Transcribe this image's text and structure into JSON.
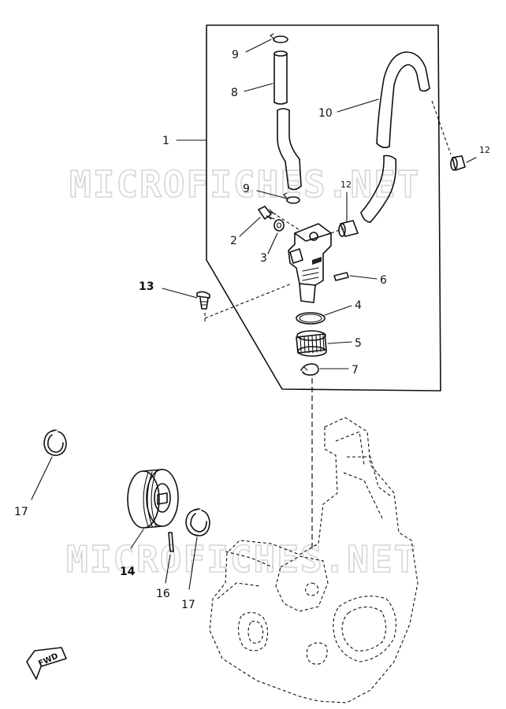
{
  "watermark": "MICROFICHES.NET",
  "fwd_label": "FWD",
  "callouts": {
    "c1": "1",
    "c2": "2",
    "c3": "3",
    "c4": "4",
    "c5": "5",
    "c6": "6",
    "c7": "7",
    "c8": "8",
    "c9a": "9",
    "c9b": "9",
    "c10": "10",
    "c12a": "12",
    "c12b": "12",
    "c13": "13",
    "c14": "14",
    "c16": "16",
    "c17a": "17",
    "c17b": "17"
  }
}
